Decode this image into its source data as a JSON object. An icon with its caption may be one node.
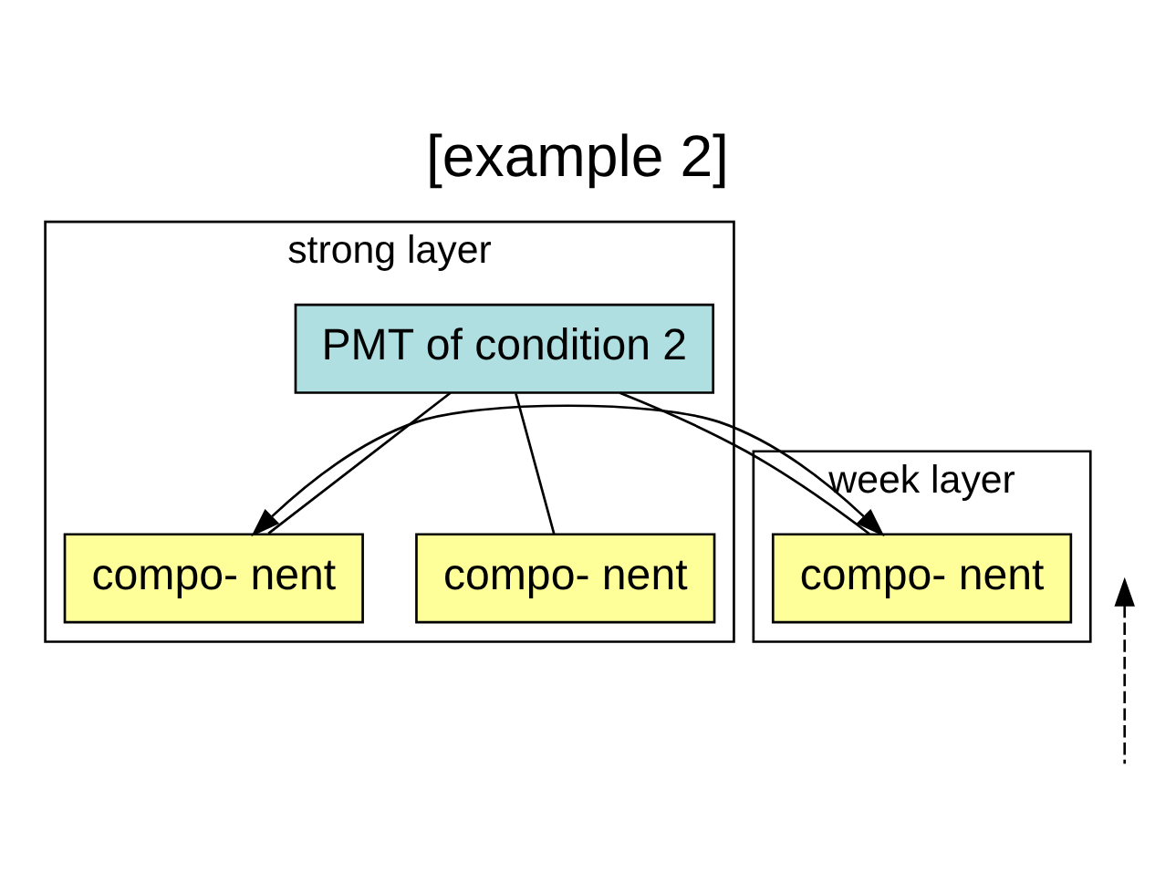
{
  "diagram": {
    "title": "[example 2]",
    "nodes": [
      {
        "text": [
          "week layer"
        ]
      },
      {
        "text": [
          "strong layer"
        ]
      },
      {
        "text": [
          "PMT of condition 2"
        ],
        "in": 1
      },
      {
        "text": [
          "compo- nent"
        ],
        "in": 0
      },
      {
        "text": [
          "compo- nent"
        ],
        "in": 1
      },
      {
        "text": [
          "compo- nent"
        ],
        "in": 1
      }
    ],
    "edges": [
      {
        "from": 2,
        "to": 3,
        "arrow": "none"
      },
      {
        "from": 2,
        "to": 4,
        "arrow": "none"
      },
      {
        "from": 2,
        "to": 5,
        "arrow": "none"
      },
      {
        "from": 3,
        "to": 4,
        "arrow": "both"
      }
    ]
  }
}
